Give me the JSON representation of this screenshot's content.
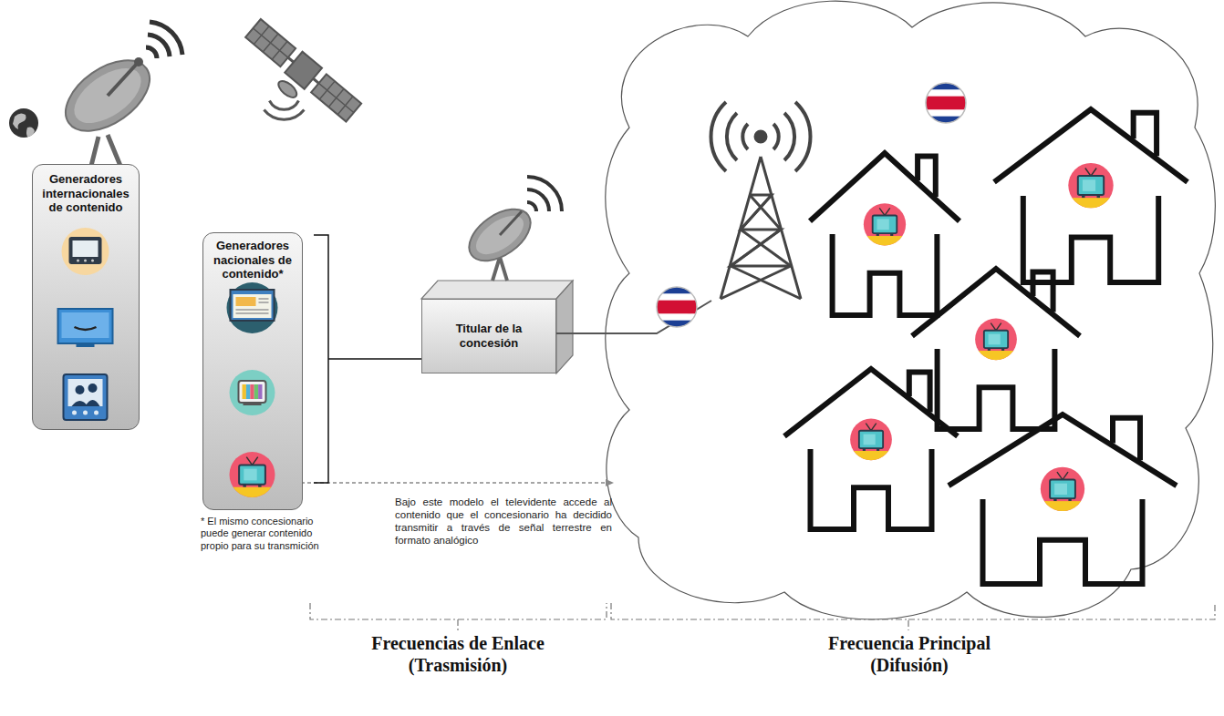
{
  "diagram": {
    "nodes": [
      {
        "text": [
          "Generadores internacionales de contenido"
        ]
      },
      {
        "text": [
          "Generadores nacionales de contenido*"
        ]
      },
      {
        "text": [
          "Titular de la concesión"
        ]
      }
    ],
    "edges": [
      {
        "from": 1,
        "to": 2,
        "arrow": "none"
      }
    ],
    "labels": [
      "* El mismo concesionario puede generar contenido propio para su transmición",
      "Bajo este modelo el televidente accede al contenido que el concesionario ha decidido transmitir a través de señal terrestre en formato analógico",
      "Frecuencias de Enlace (Trasmisión)",
      "Frecuencia Principal (Difusión)"
    ]
  }
}
